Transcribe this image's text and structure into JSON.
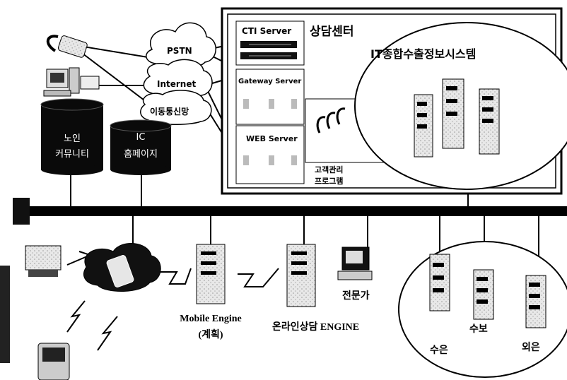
{
  "network": {
    "pstn": "PSTN",
    "internet": "Internet",
    "mobile_net": "이동통신망"
  },
  "databases": {
    "community": [
      "노인",
      "커뮤니티"
    ],
    "homepage": [
      "IC",
      "홈페이지"
    ]
  },
  "center": {
    "title": "상담센터",
    "cti_server": "CTI Server",
    "gateway_server": "Gateway Server",
    "web_server": "WEB Server",
    "crm_line1": "고객관리",
    "crm_line2": "프로그램"
  },
  "it_system": {
    "title": "IT종합수출정보시스템"
  },
  "bottom": {
    "mobile_engine_line1": "Mobile Engine",
    "mobile_engine_line2": "(계획)",
    "online_engine": "온라인상담 ENGINE",
    "expert": "전문가"
  },
  "partners": {
    "suen": "수은",
    "subo": "수보",
    "oeeun": "외은"
  },
  "colors": {
    "backbone": "#000000",
    "panel_fill": "#ffffff",
    "db_fill": "#0a0a0a"
  }
}
